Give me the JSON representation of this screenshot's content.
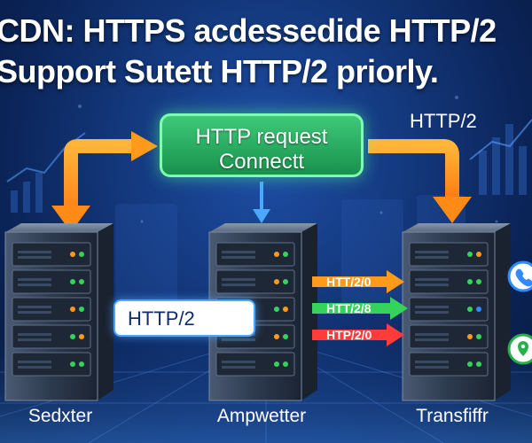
{
  "title": {
    "line1": "CDN: HTTPS acdessedide HTTP/2",
    "line2": "Support Sutett HTTP/2 priorly."
  },
  "request_box": {
    "line1": "HTTP request",
    "line2": "Connectt"
  },
  "top_right_label": "HTTP/2",
  "link_pill": {
    "label": "HTTP/2",
    "icon": "monitor-icon"
  },
  "protocol_arrows": [
    {
      "label": "HTT/2/0",
      "color": "#ff9a1a"
    },
    {
      "label": "HTT/2/8",
      "color": "#36d35c"
    },
    {
      "label": "HTP/2/0",
      "color": "#ff3b3b"
    }
  ],
  "servers": [
    {
      "label": "Sedxter"
    },
    {
      "label": "Ampwetter"
    },
    {
      "label": "Transfiffr"
    }
  ],
  "side_badges": [
    {
      "icon": "phone-icon",
      "color": "#2f8bff"
    },
    {
      "icon": "location-pin-icon",
      "color": "#27b04a"
    }
  ],
  "colors": {
    "background": "#143a80",
    "request_box": "#2bb463",
    "arrow_orange": "#ff9a1a",
    "arrow_blue": "#4aa8ff"
  }
}
